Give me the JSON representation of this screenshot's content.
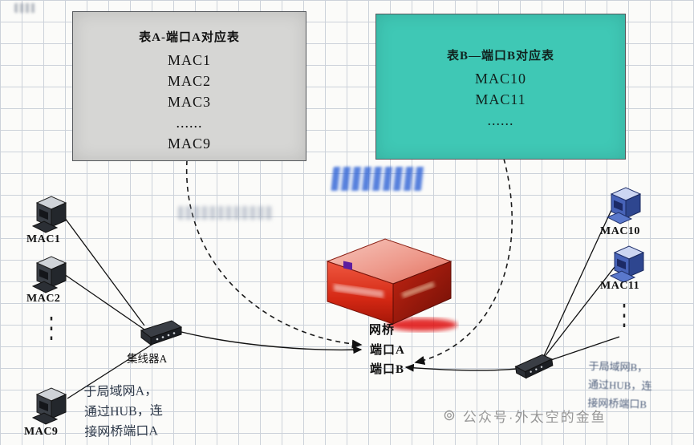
{
  "table_a": {
    "title": "表A-端口A对应表",
    "rows": [
      "MAC1",
      "MAC2",
      "MAC3",
      "......",
      "MAC9"
    ]
  },
  "table_b": {
    "title": "表B—端口B对应表",
    "rows": [
      "MAC10",
      "MAC11",
      "......"
    ]
  },
  "left_labels": [
    "MAC1",
    "MAC2",
    "MAC9"
  ],
  "right_labels": [
    "MAC10",
    "MAC11"
  ],
  "ellipsis": "⋮",
  "hub_a_label": "集线器A",
  "bridge": {
    "label": "网桥",
    "port_a": "端口A",
    "port_b": "端口B"
  },
  "note_left": {
    "line1": "于局域网A，",
    "line2": "通过HUB，连",
    "line3": "接网桥端口A"
  },
  "note_right": {
    "line1": "于局域网B，",
    "line2": "通过HUB，连",
    "line3": "接网桥端口B"
  },
  "watermark": {
    "icon": "⊚",
    "text": "公众号·外太空的金鱼"
  },
  "colors": {
    "table_a_bg": "#d6d6d4",
    "table_b_bg": "#3fc8b5",
    "bridge_red": "#d42814",
    "grid_line": "#ccd2da"
  }
}
